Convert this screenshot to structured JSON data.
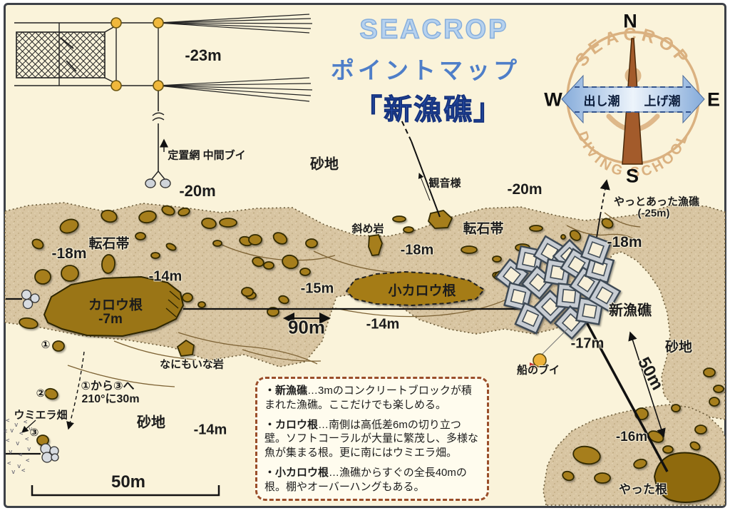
{
  "title": {
    "brand": "SEACROP",
    "line1": "ポイントマップ",
    "line2": "「新漁礁」"
  },
  "compass": {
    "north": "N",
    "south": "S",
    "east": "E",
    "west": "W",
    "current_left": "出し潮",
    "current_right": "上げ潮",
    "logo_top": "SEACROP",
    "logo_bottom": "DIVING SCHOOL"
  },
  "labels": {
    "depth_23": "-23m",
    "teichiami": "定置網 中間ブイ",
    "depth_20_left": "-20m",
    "sand_top": "砂地",
    "kannon": "観音様",
    "depth_20_right": "-20m",
    "yatto_line1": "やっとあった漁礁",
    "yatto_line2": "(-25m)",
    "tenseki_left": "転石帯",
    "tenseki_right": "転石帯",
    "naname_iwa": "斜め岩",
    "depth_18_left": "-18m",
    "depth_18_center": "-18m",
    "depth_18_right": "-18m",
    "depth_14_left": "-14m",
    "depth_15": "-15m",
    "depth_14_center": "-14m",
    "karou": "カロウ根",
    "karou_depth": "-7m",
    "kokarou": "小カロウ根",
    "dist_90": "90m",
    "shingyosho": "新漁礁",
    "sand_right": "砂地",
    "depth_17": "-17m",
    "fune_buoy": "船のブイ",
    "dist_50_diag": "50m",
    "nanimo_iwa": "なにもいな岩",
    "c1": "①",
    "c2": "②",
    "c3": "③",
    "route1": "①から③へ",
    "route2": "210°に30m",
    "umiera": "ウミエラ畑",
    "sand_bottom": "砂地",
    "depth_14_bottom": "-14m",
    "scale_50": "50m",
    "depth_16": "-16m",
    "yatta": "やった根"
  },
  "infobox": {
    "items": [
      {
        "term": "・新漁礁",
        "desc": "…3mのコンクリートブロックが積まれた漁礁。ここだけでも楽しめる。"
      },
      {
        "term": "・カロウ根",
        "desc": "…南側は高低差6mの切り立つ壁。ソフトコーラルが大量に繁茂し、多様な魚が集まる根。更に南にはウミエラ畑。"
      },
      {
        "term": "・小カロウ根",
        "desc": "…漁礁からすぐの全長40mの根。棚やオーバーハングもある。"
      }
    ]
  },
  "colors": {
    "cream": "#FAF3DA",
    "rock_band": "#D8C5A2",
    "rock": "#A67E1C",
    "accent_blue": "#4E7EC8",
    "deep_blue": "#2E5CBE",
    "light_blue": "#B7D2EE",
    "logo_tan": "#D9AD7C",
    "needle_brown": "#A35B2B",
    "buoy_yellow": "#EDB23A",
    "flag_red": "#C62F2F",
    "box_border": "#9A4E2A"
  }
}
